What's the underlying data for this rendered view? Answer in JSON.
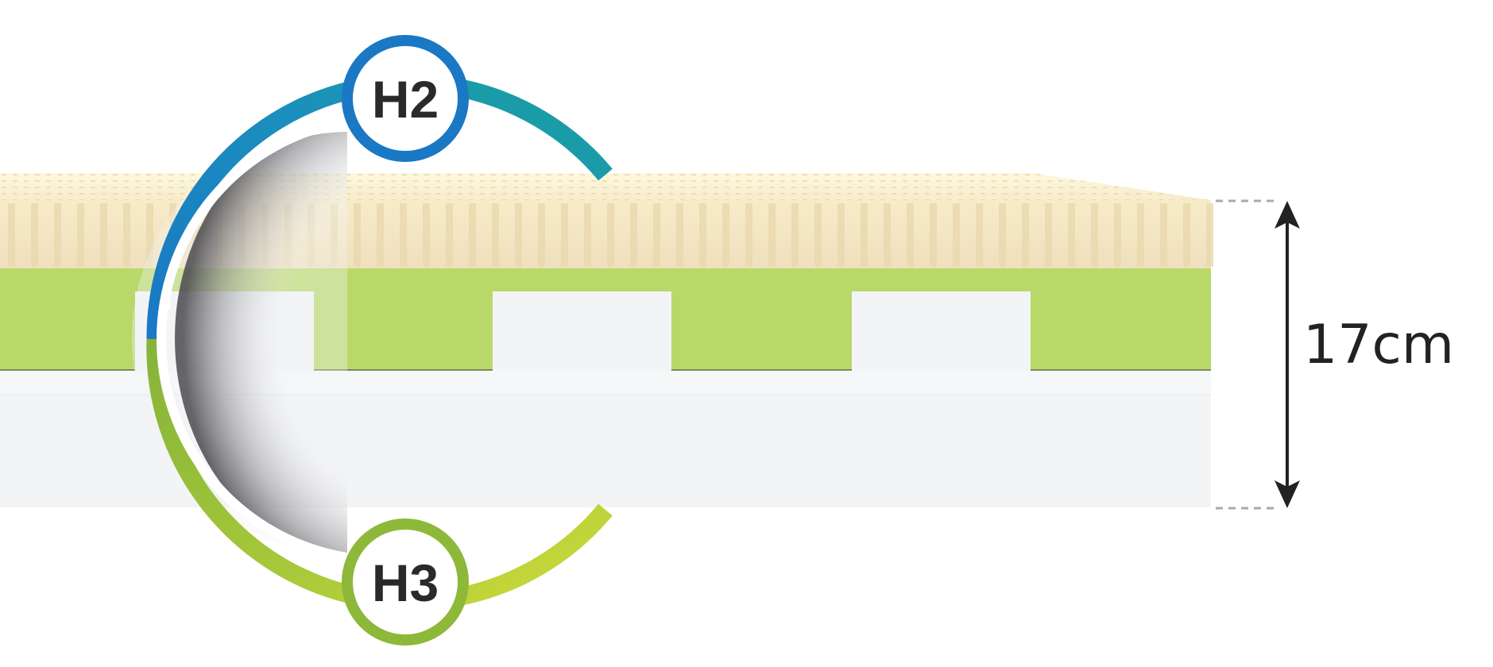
{
  "diagram": {
    "top_badge": "H2",
    "bottom_badge": "H3",
    "height_label": "17cm"
  },
  "colors": {
    "latex_layer": "#f4e8c6",
    "latex_light": "#fbf6dd",
    "green_foam": "#b8d96a",
    "base_foam": "#f3f4f6",
    "blue_accent": "#1f84c8",
    "teal_accent": "#1a9ea0",
    "green_accent": "#8db83a",
    "lime_accent": "#c9d93a",
    "text_dark": "#222222"
  },
  "icons": [
    "flip-arrow-icon",
    "double-arrow-icon"
  ]
}
